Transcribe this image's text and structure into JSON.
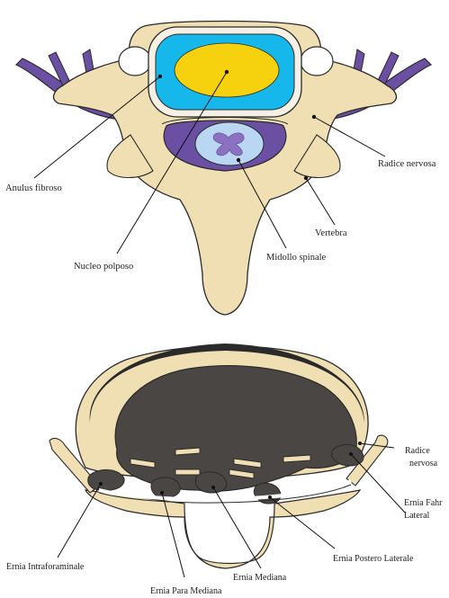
{
  "top_diagram": {
    "labels": {
      "anulus": "Anulus fibroso",
      "nucleo": "Nucleo polposo",
      "midollo": "Midollo spinale",
      "vertebra": "Vertebra",
      "radice": "Radice nervosa"
    }
  },
  "bottom_diagram": {
    "labels": {
      "radice_line1": "Radice",
      "radice_line2": "nervosa",
      "fahr_line1": "Ernia Fahr",
      "fahr_line2": "Lateral",
      "postero": "Ernia Postero Laterale",
      "mediana": "Ernia Mediana",
      "para": "Ernia Para Mediana",
      "intra": "Ernia Intraforaminale"
    }
  },
  "colors": {
    "bone": "#f1dfb4",
    "outline": "#2a2a2a",
    "nerve": "#6a4fa3",
    "disc_blue": "#16b8ec",
    "disc_yellow": "#f6d20e",
    "cord": "#b9d6f2",
    "grey_matter": "#8c70c1",
    "hernia": "#4a4643"
  }
}
